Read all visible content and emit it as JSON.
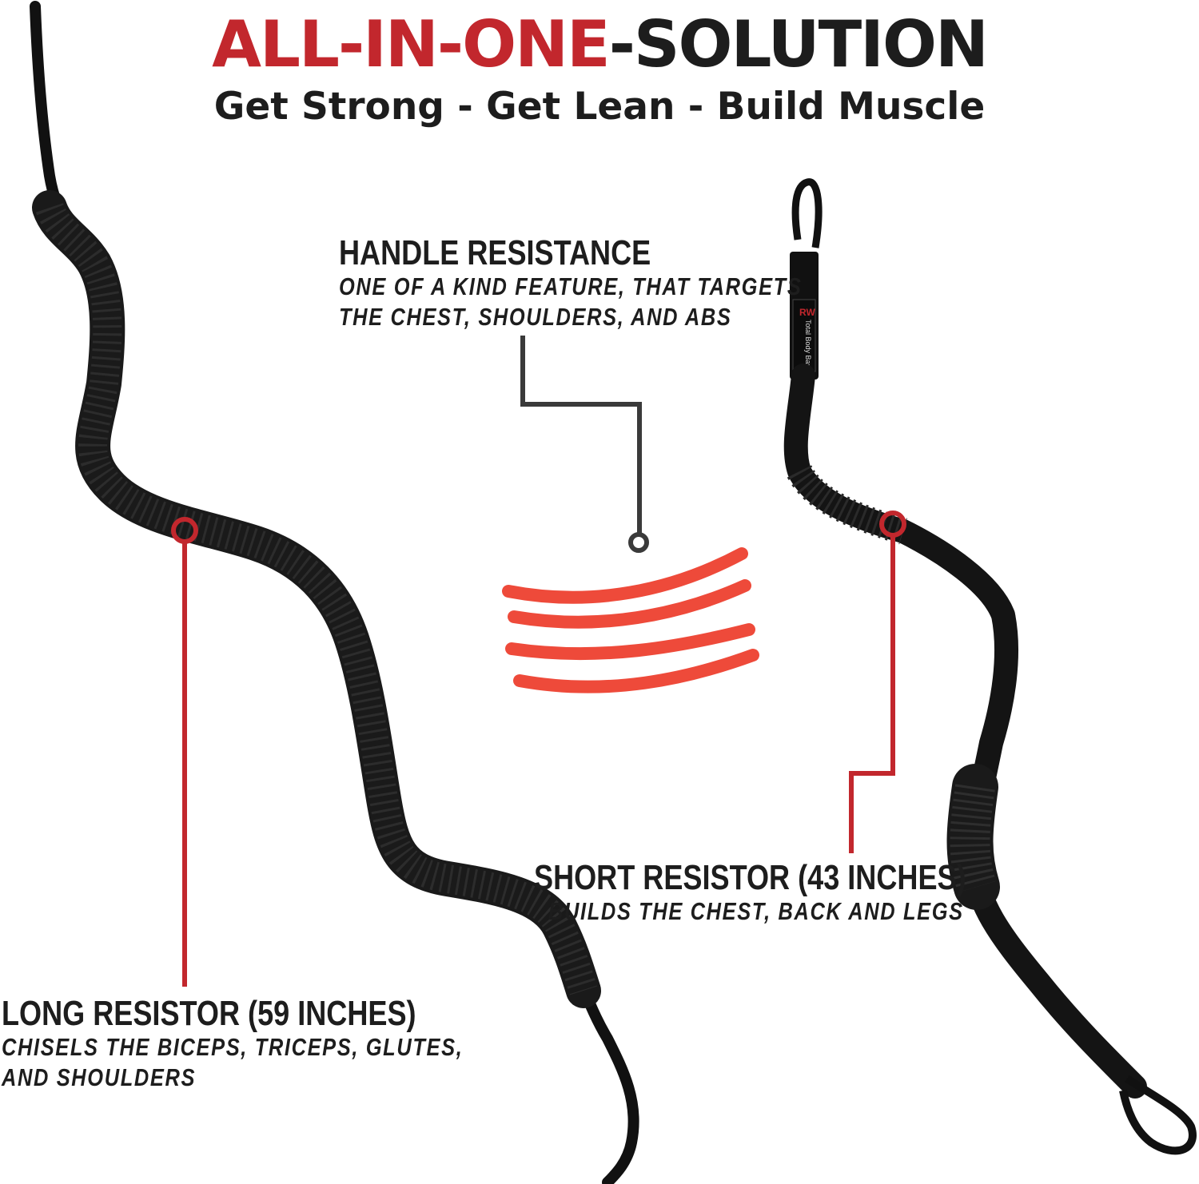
{
  "header": {
    "title_red": "ALL-IN-ONE",
    "title_dark": "-SOLUTION",
    "subtitle": "Get Strong - Get Lean - Build Muscle"
  },
  "callouts": {
    "handle": {
      "heading": "HANDLE RESISTANCE",
      "line1": "ONE OF A KIND FEATURE, THAT TARGETS",
      "line2": "THE CHEST, SHOULDERS, AND ABS"
    },
    "short": {
      "heading": "SHORT RESISTOR (43 INCHES)",
      "line1": "BUILDS THE CHEST, BACK AND LEGS"
    },
    "long": {
      "heading": "LONG RESISTOR (59 INCHES)",
      "line1": "CHISELS THE BICEPS, TRICEPS, GLUTES,",
      "line2": "AND SHOULDERS"
    }
  },
  "product": {
    "brand_tag": "RW",
    "tag_text": "Total Body Bar"
  },
  "colors": {
    "accent_red": "#c2272d",
    "rod_red": "#ee4a3a",
    "dark": "#1d1d1d",
    "pointer_gray": "#3a3a3a"
  }
}
